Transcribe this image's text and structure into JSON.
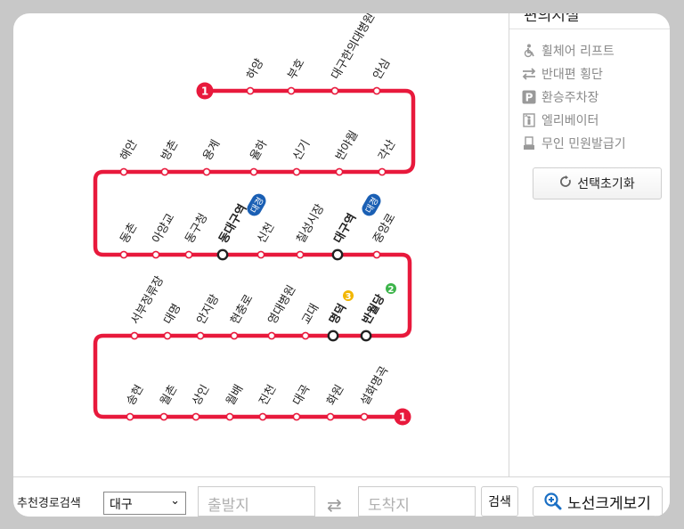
{
  "facilities": {
    "title": "편의시설",
    "items": [
      {
        "label": "휠체어 리프트",
        "icon": "wheelchair-icon"
      },
      {
        "label": "반대편 횡단",
        "icon": "crossing-icon"
      },
      {
        "label": "환승주차장",
        "icon": "parking-icon"
      },
      {
        "label": "엘리베이터",
        "icon": "elevator-icon"
      },
      {
        "label": "무인 민원발급기",
        "icon": "kiosk-icon"
      }
    ],
    "reset_label": "선택초기화"
  },
  "route_search": {
    "label": "추천경로검색",
    "city": "대구",
    "from_placeholder": "출발지",
    "to_placeholder": "도착지",
    "search_label": "검색",
    "zoom_label": "노선크게보기"
  },
  "map": {
    "line_color": "#e8193c",
    "line_badge": "1",
    "stations_row1": [
      "하양",
      "부호",
      "대구한의대병원",
      "안심"
    ],
    "stations_row2": [
      "해안",
      "방촌",
      "용계",
      "율하",
      "신기",
      "반야월",
      "각산"
    ],
    "stations_row3": [
      "동촌",
      "아양교",
      "동구청",
      "동대구역",
      "신천",
      "칠성시장",
      "대구역",
      "중앙로"
    ],
    "stations_row4": [
      "서부정류장",
      "대명",
      "안지랑",
      "현충로",
      "영대병원",
      "교대",
      "명덕",
      "반월당"
    ],
    "stations_row5": [
      "송현",
      "월촌",
      "상인",
      "월배",
      "진천",
      "대곡",
      "화원",
      "설화명곡"
    ],
    "daegyeong_badge": "대경",
    "transfer_badge_3": "3",
    "transfer_badge_2": "2",
    "transfer_color_3": "#f2b600",
    "transfer_color_2": "#3cb44a",
    "daegyeong_color": "#1a5fb4"
  }
}
